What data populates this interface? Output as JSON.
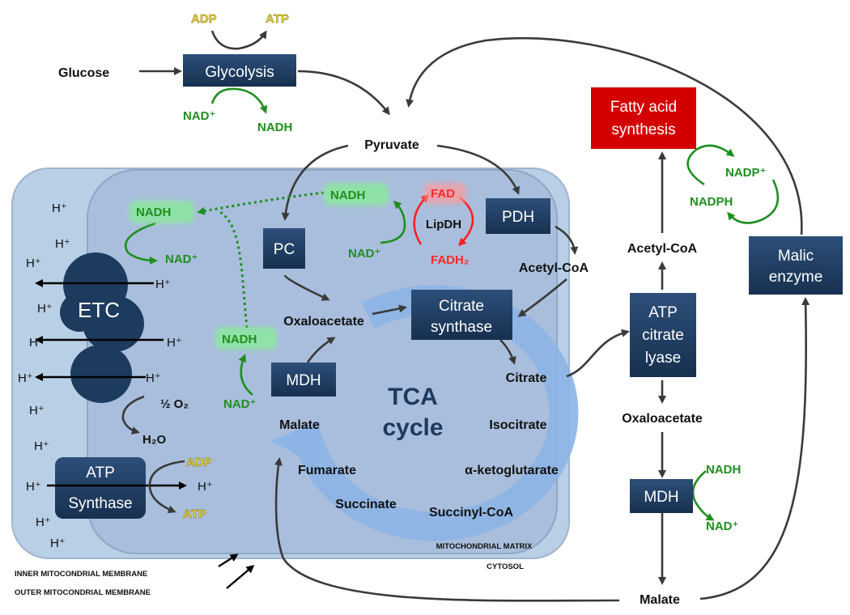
{
  "nodes": {
    "glucose": "Glucose",
    "glycolysis": "Glycolysis",
    "pyruvate": "Pyruvate",
    "fatty_acid_synthesis_line1": "Fatty acid",
    "fatty_acid_synthesis_line2": "synthesis",
    "pc": "PC",
    "pdh": "PDH",
    "lipdh": "LipDH",
    "acetyl_coa_matrix": "Acetyl-CoA",
    "acetyl_coa_cytosol": "Acetyl-CoA",
    "citrate_synthase_line1": "Citrate",
    "citrate_synthase_line2": "synthase",
    "oxaloacetate_matrix": "Oxaloacetate",
    "oxaloacetate_cytosol": "Oxaloacetate",
    "mdh_matrix": "MDH",
    "mdh_cytosol": "MDH",
    "citrate": "Citrate",
    "isocitrate": "Isocitrate",
    "alpha_ketoglutarate": "α-ketoglutarate",
    "succinyl_coa": "Succinyl-CoA",
    "succinate": "Succinate",
    "fumarate": "Fumarate",
    "malate_matrix": "Malate",
    "malate_cytosol": "Malate",
    "tca_line1": "TCA",
    "tca_line2": "cycle",
    "atp_citrate_lyase_line1": "ATP",
    "atp_citrate_lyase_line2": "citrate",
    "atp_citrate_lyase_line3": "lyase",
    "malic_enzyme_line1": "Malic",
    "malic_enzyme_line2": "enzyme",
    "etc": "ETC",
    "atp_synthase_line1": "ATP",
    "atp_synthase_line2": "Synthase"
  },
  "cofactors": {
    "adp": "ADP",
    "atp": "ATP",
    "nad_plus": "NAD⁺",
    "nadh": "NADH",
    "nadp_plus": "NADP⁺",
    "nadph": "NADPH",
    "fad": "FAD",
    "fadh2": "FADH₂",
    "half_o2": "½ O₂",
    "h2o": "H₂O",
    "h_plus": "H⁺"
  },
  "labels": {
    "mitochondrial_matrix": "MITOCHONDRIAL MATRIX",
    "cytosol": "CYTOSOL",
    "inner_membrane": "INNER MITOCONDRIAL MEMBRANE",
    "outer_membrane": "OUTER MITOCONDRIAL MEMBRANE"
  },
  "colors": {
    "enzyme_box": "#1f3a5f",
    "fatty_acid_box": "#d40000",
    "outer_membrane": "#b7cde3",
    "inner_matrix": "#a9bfdd",
    "tca_arrow": "#8cb4e6",
    "etc_blob": "#1d3b5e",
    "green": "#1f8f1f",
    "yellow": "#e8d63a",
    "red": "#ff2a2a"
  }
}
